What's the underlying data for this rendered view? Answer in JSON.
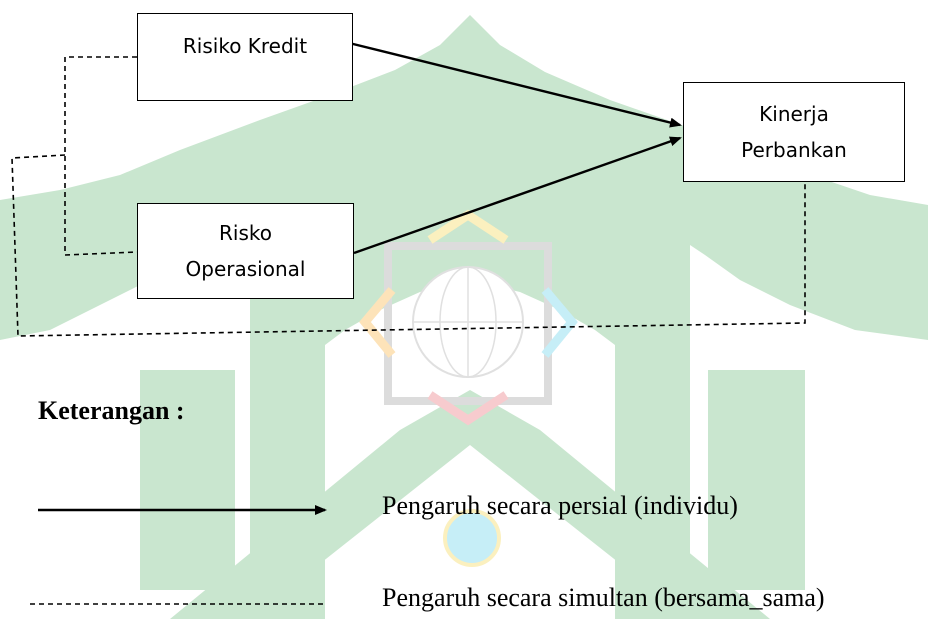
{
  "diagram": {
    "nodes": {
      "risiko_kredit": "Risiko Kredit",
      "risiko_operasional": "Risko\nOperasional",
      "kinerja_perbankan": "Kinerja\nPerbankan"
    },
    "edges": [
      {
        "from": "Risiko Kredit",
        "to": "Kinerja Perbankan",
        "type": "partial"
      },
      {
        "from": "Risko Operasional",
        "to": "Kinerja Perbankan",
        "type": "partial"
      },
      {
        "from": "Risiko Kredit + Risko Operasional",
        "to": "Kinerja Perbankan",
        "type": "simultaneous"
      }
    ]
  },
  "legend": {
    "title": "Keterangan :",
    "partial_label": "Pengaruh secara persial (individu)",
    "simultaneous_label": "Pengaruh secara simultan (bersama_sama)"
  },
  "colors": {
    "watermark_green": "#c9e6cf",
    "watermark_gray": "#dcdcdc",
    "watermark_yellow": "#fbf0bf",
    "watermark_orange": "#fde3b9",
    "watermark_cyan": "#c6eef7",
    "watermark_red": "#f7cbce",
    "line": "#000000"
  }
}
